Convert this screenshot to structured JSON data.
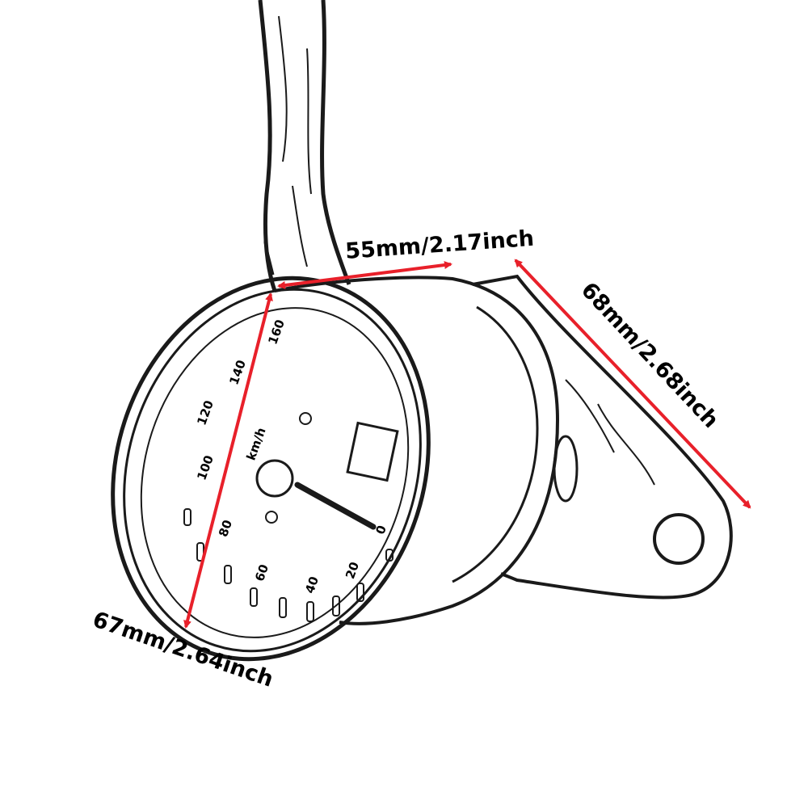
{
  "dimensions": {
    "width_label": "55mm/2.17inch",
    "depth_label": "68mm/2.68inch",
    "height_label": "67mm/2.64inch"
  },
  "dial": {
    "speed_labels": [
      "20",
      "40",
      "60",
      "80",
      "100",
      "120",
      "140",
      "160"
    ],
    "zero_label": "0",
    "unit_label": "km/h"
  },
  "colors": {
    "arrow": "#e8202a",
    "outline": "#1a1a1a",
    "background": "#ffffff"
  }
}
